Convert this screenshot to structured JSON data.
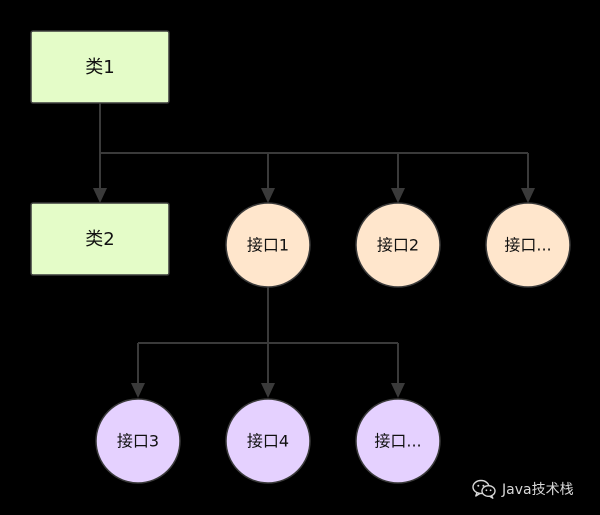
{
  "colors": {
    "background": "#000000",
    "class_fill": "#e4fcc8",
    "interface_orange_fill": "#ffe6cc",
    "interface_purple_fill": "#e5d1ff",
    "connector": "#3a3a3a"
  },
  "nodes": {
    "class1": "类1",
    "class2": "类2",
    "iface1": "接口1",
    "iface2": "接口2",
    "iface_more_top": "接口...",
    "iface3": "接口3",
    "iface4": "接口4",
    "iface_more_bottom": "接口..."
  },
  "watermark": {
    "text": "Java技术栈",
    "icon": "wechat-icon"
  }
}
